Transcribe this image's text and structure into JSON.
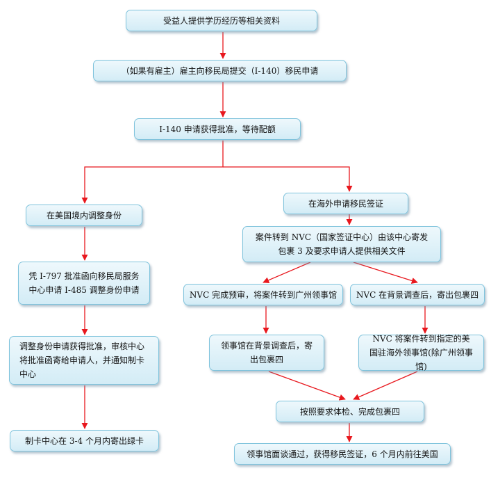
{
  "nodes": [
    {
      "id": "n1",
      "text": "受益人提供学历经历等相关资料"
    },
    {
      "id": "n2",
      "text": "（如果有雇主）雇主向移民局提交（I-140）移民申请"
    },
    {
      "id": "n3",
      "text": "I-140 申请获得批准，等待配额"
    },
    {
      "id": "n4",
      "text": "在美国境内调整身份"
    },
    {
      "id": "n5",
      "text": "在海外申请移民签证"
    },
    {
      "id": "n6",
      "text": "案件转到 NVC（国家签证中心）由该中心寄发包裹 3 及要求申请人提供相关文件"
    },
    {
      "id": "n7",
      "text": "凭 I-797 批准函向移民局服务中心申请 I-485 调整身份申请"
    },
    {
      "id": "n8",
      "text": "NVC 完成预审，将案件转到广州领事馆"
    },
    {
      "id": "n9",
      "text": "NVC 在背景调查后，寄出包裹四"
    },
    {
      "id": "n10",
      "text": "调整身份申请获得批准，审核中心将批准函寄给申请人，并通知制卡中心"
    },
    {
      "id": "n11",
      "text": "领事馆在背景调查后，寄出包裹四"
    },
    {
      "id": "n12",
      "text": "NVC 将案件转到指定的美国驻海外领事馆(除广州领事馆)"
    },
    {
      "id": "n13",
      "text": "按照要求体检、完成包裹四"
    },
    {
      "id": "n14",
      "text": "制卡中心在 3-4 个月内寄出绿卡"
    },
    {
      "id": "n15",
      "text": "领事馆面谈通过，获得移民签证，6 个月内前往美国"
    }
  ],
  "edges": [
    [
      "n1",
      "n2"
    ],
    [
      "n2",
      "n3"
    ],
    [
      "n3",
      "n4"
    ],
    [
      "n3",
      "n5"
    ],
    [
      "n5",
      "n6"
    ],
    [
      "n4",
      "n7"
    ],
    [
      "n6",
      "n8"
    ],
    [
      "n6",
      "n9"
    ],
    [
      "n7",
      "n10"
    ],
    [
      "n8",
      "n11"
    ],
    [
      "n9",
      "n12"
    ],
    [
      "n11",
      "n13"
    ],
    [
      "n12",
      "n13"
    ],
    [
      "n10",
      "n14"
    ],
    [
      "n13",
      "n15"
    ]
  ],
  "colors": {
    "arrow": "#e8171d",
    "box_border": "#7fc3dc",
    "box_fill": "#d3ecf6"
  }
}
